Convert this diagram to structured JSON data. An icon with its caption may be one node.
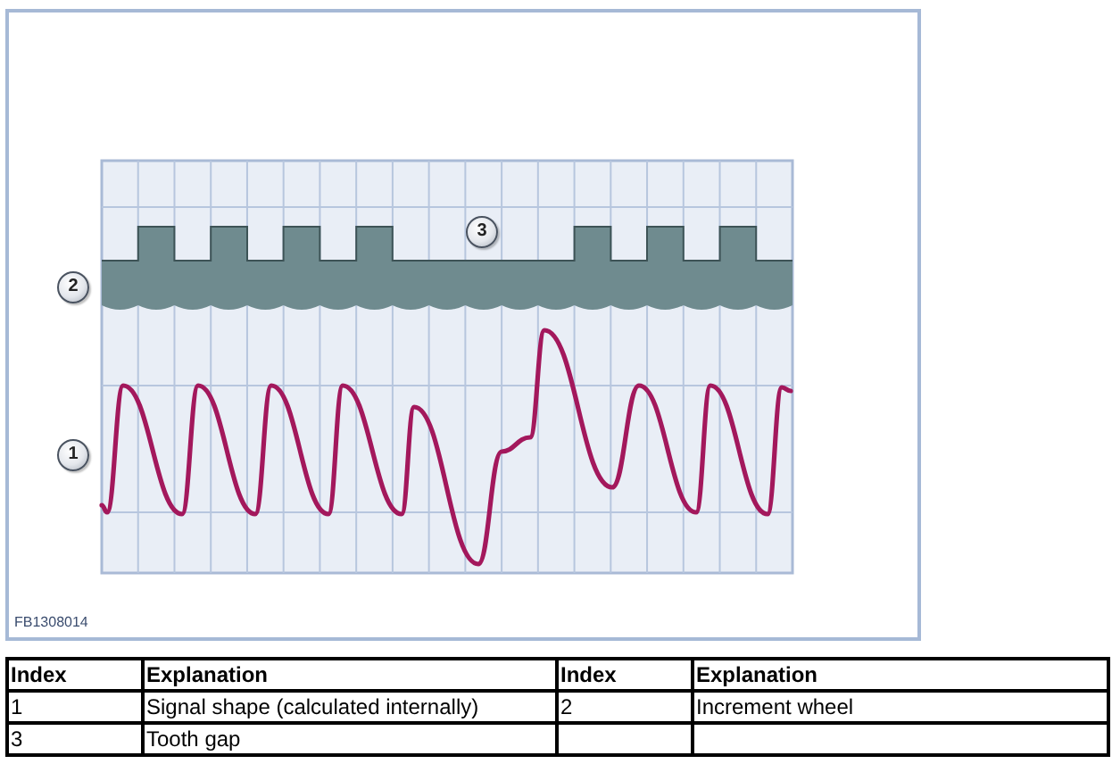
{
  "diagram": {
    "labels": [
      "3",
      "2",
      "1",
      "FB1308014",
      "Index",
      "Explanation",
      "Index",
      "Explanation",
      "1",
      "Signal shape (calculated internally)",
      "2",
      "Increment wheel",
      "3",
      "Tooth gap"
    ]
  }
}
